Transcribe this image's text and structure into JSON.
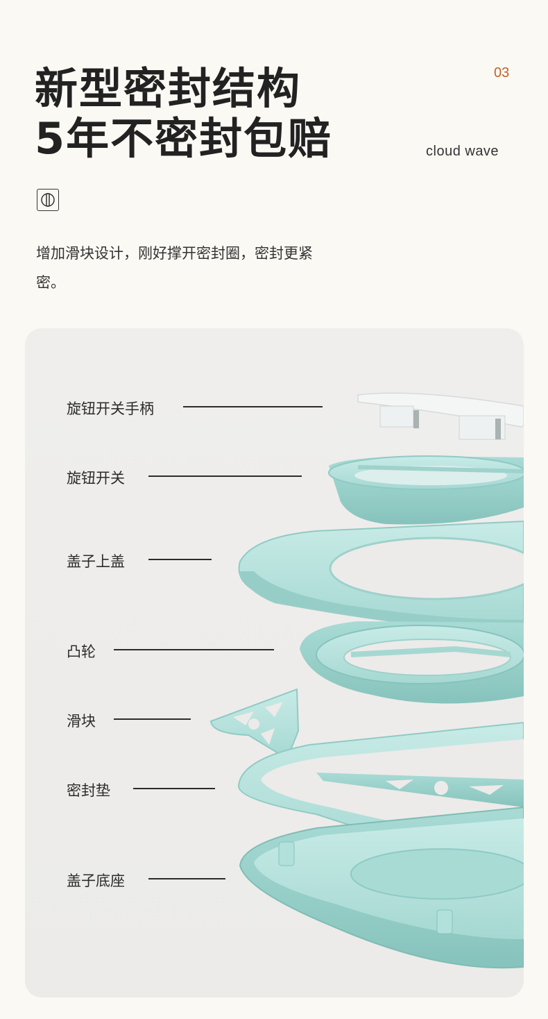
{
  "header": {
    "title_line1": "新型密封结构",
    "title_line2": "5年不密封包赔",
    "page_number": "03",
    "brand": "cloud wave"
  },
  "icon": {
    "name": "knob-icon"
  },
  "description": "增加滑块设计，刚好撑开密封圈，密封更紧密。",
  "parts": [
    {
      "id": "knob-handle",
      "label": "旋钮开关手柄"
    },
    {
      "id": "knob-switch",
      "label": "旋钮开关"
    },
    {
      "id": "lid-top",
      "label": "盖子上盖"
    },
    {
      "id": "cam",
      "label": "凸轮"
    },
    {
      "id": "slider",
      "label": "滑块"
    },
    {
      "id": "gasket",
      "label": "密封垫"
    },
    {
      "id": "lid-base",
      "label": "盖子底座"
    }
  ],
  "colors": {
    "background": "#fbf9f4",
    "panel": "#edecea",
    "accent": "#c0622a",
    "part_mint": "#b9e3df",
    "part_mint_dark": "#8fcac4",
    "part_white": "#f4f6f6"
  }
}
